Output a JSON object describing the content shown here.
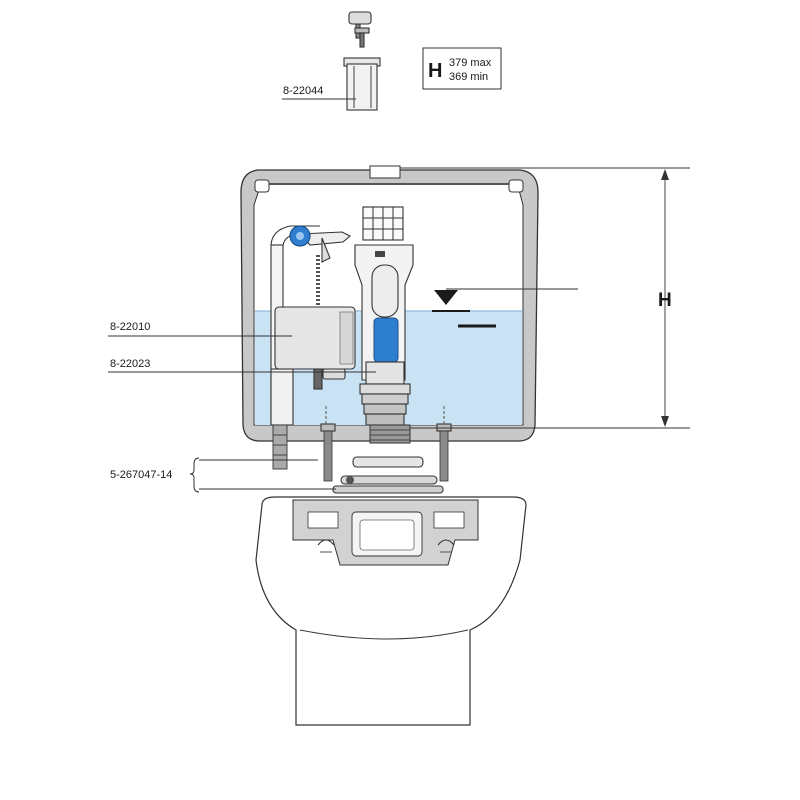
{
  "parts": {
    "plunger_kit": "8-22044",
    "fill_valve": "8-22010",
    "flush_valve": "8-22023",
    "bolt_set": "5-267047-14"
  },
  "height_box": {
    "symbol": "H",
    "max": "379 max",
    "min": "369 min"
  },
  "dimension_label": "H",
  "colors": {
    "water": "#c9e2f4",
    "accent_blue": "#2f7fd1",
    "tank_shell": "#c8c8c8",
    "outline": "#333333"
  }
}
